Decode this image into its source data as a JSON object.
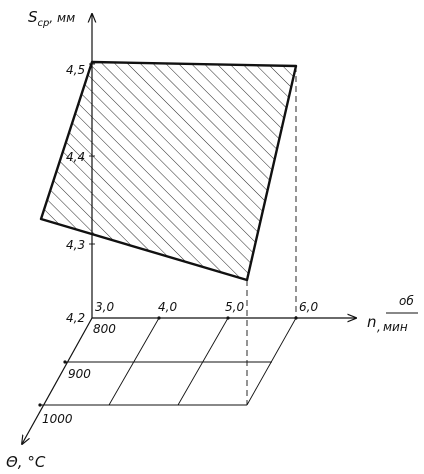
{
  "diagram": {
    "y_axis": {
      "symbol": "S",
      "subscript": "ср",
      "unit": ", мм"
    },
    "x_axis": {
      "symbol": "n",
      "unit_top": "об",
      "unit_bottom": "мин",
      "comma": ","
    },
    "z_axis": {
      "label": "Θ, °С"
    },
    "y_ticks": [
      "4,2",
      "4,3",
      "4,4",
      "4,5"
    ],
    "x_ticks": [
      "3,0",
      "4,0",
      "5,0",
      "6,0"
    ],
    "z_ticks": [
      "800",
      "900",
      "1000"
    ]
  }
}
